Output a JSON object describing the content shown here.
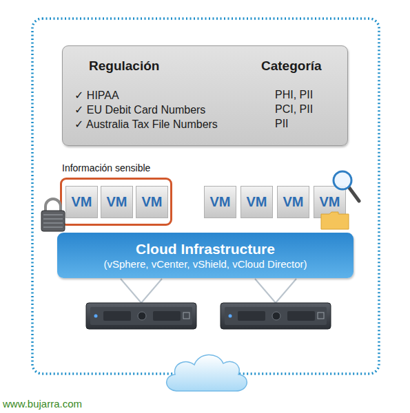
{
  "diagram": {
    "nodes": [
      {
        "text": [
          "Regulación",
          "Categoría",
          "✓ HIPAA",
          "PHI, PII",
          "✓ EU Debit Card Numbers",
          "PCI, PII",
          "✓ Australia Tax File Numbers",
          "PII"
        ]
      },
      {
        "text": [
          "Información sensible"
        ]
      },
      {
        "text": [
          "VM"
        ],
        "in": 1
      },
      {
        "text": [
          "VM"
        ],
        "in": 1
      },
      {
        "text": [
          "VM"
        ],
        "in": 1
      },
      {
        "text": [
          "VM"
        ]
      },
      {
        "text": [
          "VM"
        ]
      },
      {
        "text": [
          "VM"
        ]
      },
      {
        "text": [
          "VM"
        ]
      },
      {
        "text": [
          "Cloud Infrastructure",
          "(vSphere, vCenter, vShield, vCloud Director)"
        ]
      }
    ],
    "labels": [
      "www.bujarra.com"
    ]
  }
}
